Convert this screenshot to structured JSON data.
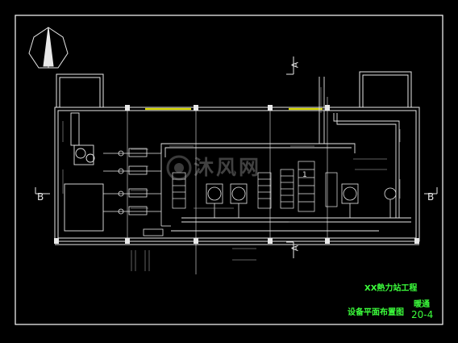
{
  "drawing": {
    "background": "#000000",
    "line_color": "#e8e8e8",
    "text_color": "#3cff3c",
    "frame_color": "#ffffff"
  },
  "title_block": {
    "project": "XX熱力站工程",
    "discipline": "暖通",
    "sheet_title": "设备平面布置图",
    "sheet_number": "20-4"
  },
  "section_marks": {
    "top_right": "A",
    "bottom_right": "A",
    "left": "B",
    "right": "B"
  },
  "room_labels": {
    "stair_numeral": "1"
  },
  "watermark": {
    "brand": "沐风网",
    "icon": "mufeng-logo-icon"
  },
  "north_arrow": {
    "icon": "north-arrow-icon"
  }
}
